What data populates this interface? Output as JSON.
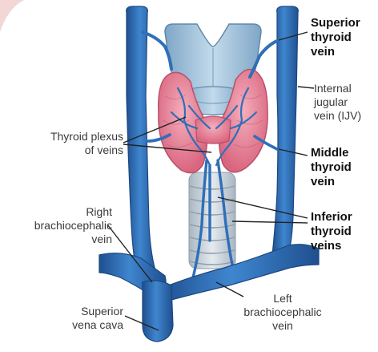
{
  "colors": {
    "vein": "#2f6fb8",
    "vein_dark": "#1f4f8f",
    "cartilage": "#a9c7de",
    "cartilage_dark": "#6f98b8",
    "thyroid": "#e98aa0",
    "thyroid_dark": "#b9506a",
    "trachea": "#c9d3dc",
    "leader": "#222222"
  },
  "labels": {
    "superior_thyroid_vein": [
      "Superior",
      "thyroid",
      "vein"
    ],
    "internal_jugular_vein": [
      "Internal",
      "jugular",
      "vein (IJV)"
    ],
    "middle_thyroid_vein": [
      "Middle",
      "thyroid",
      "vein"
    ],
    "inferior_thyroid_veins": [
      "Inferior",
      "thyroid",
      "veins"
    ],
    "thyroid_plexus": [
      "Thyroid plexus",
      "of veins"
    ],
    "right_brachiocephalic": [
      "Right",
      "brachiocephalic",
      "vein"
    ],
    "superior_vena_cava": [
      "Superior",
      "vena cava"
    ],
    "left_brachiocephalic": [
      "Left",
      "brachiocephalic",
      "vein"
    ]
  }
}
